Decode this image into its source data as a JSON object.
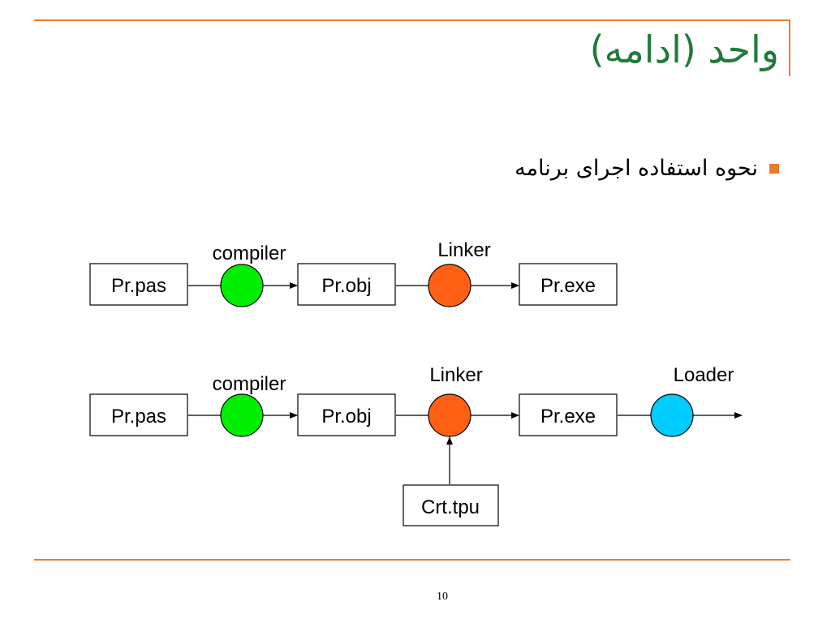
{
  "slide": {
    "title": "واحد (ادامه)",
    "bullet": "نحوه استفاده اجرای برنامه",
    "page_number": "10",
    "accent_color": "#f07b26",
    "title_color": "#1f7a3c"
  },
  "diagram": {
    "flow1": {
      "source_file": "Pr.pas",
      "compiler_label": "compiler",
      "object_file": "Pr.obj",
      "linker_label": "Linker",
      "executable_file": "Pr.exe"
    },
    "flow2": {
      "source_file": "Pr.pas",
      "compiler_label": "compiler",
      "object_file": "Pr.obj",
      "linker_label": "Linker",
      "executable_file": "Pr.exe",
      "loader_label": "Loader",
      "library_file": "Crt.tpu"
    },
    "colors": {
      "compiler": "#00ee00",
      "linker": "#ff6014",
      "loader": "#00ccff"
    }
  }
}
